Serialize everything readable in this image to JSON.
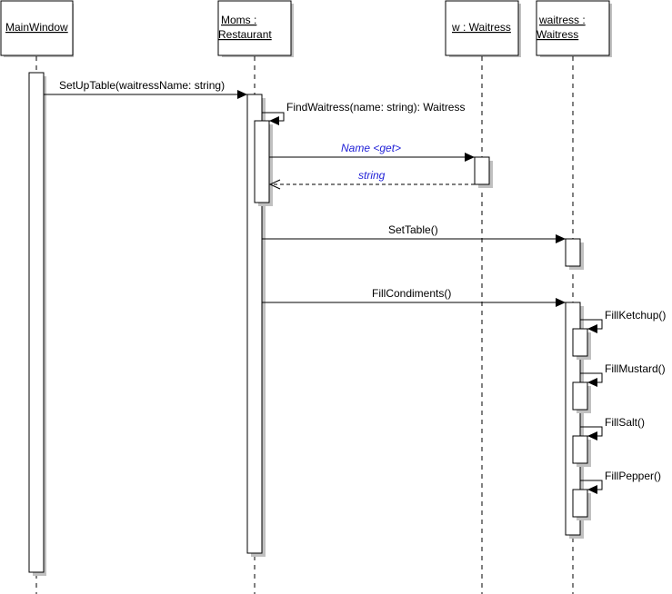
{
  "diagram": {
    "type": "UML sequence diagram",
    "colors": {
      "line": "#000000",
      "shadow": "#c0c0c0",
      "box_fill": "#ffffff",
      "return_label": "#1f1fd6"
    },
    "lifelines": [
      {
        "id": "mainwindow",
        "label_lines": [
          "MainWindow"
        ]
      },
      {
        "id": "moms",
        "label_lines": [
          "Moms :",
          "Restaurant"
        ]
      },
      {
        "id": "w",
        "label_lines": [
          "w : Waitress"
        ]
      },
      {
        "id": "waitress",
        "label_lines": [
          "waitress :",
          "Waitress"
        ]
      }
    ],
    "messages": [
      {
        "id": "m1",
        "from": "mainwindow",
        "to": "moms",
        "label": "SetUpTable(waitressName: string)",
        "kind": "sync"
      },
      {
        "id": "m2",
        "from": "moms",
        "to": "moms",
        "label": "FindWaitress(name: string): Waitress",
        "kind": "self"
      },
      {
        "id": "m3",
        "from": "moms",
        "to": "w",
        "label": "Name <get>",
        "kind": "sync",
        "style": "blue-italic"
      },
      {
        "id": "m4",
        "from": "w",
        "to": "moms",
        "label": "string",
        "kind": "return",
        "style": "blue-italic"
      },
      {
        "id": "m5",
        "from": "moms",
        "to": "waitress",
        "label": "SetTable()",
        "kind": "sync"
      },
      {
        "id": "m6",
        "from": "moms",
        "to": "waitress",
        "label": "FillCondiments()",
        "kind": "sync"
      },
      {
        "id": "m7",
        "from": "waitress",
        "to": "waitress",
        "label": "FillKetchup()",
        "kind": "self"
      },
      {
        "id": "m8",
        "from": "waitress",
        "to": "waitress",
        "label": "FillMustard()",
        "kind": "self"
      },
      {
        "id": "m9",
        "from": "waitress",
        "to": "waitress",
        "label": "FillSalt()",
        "kind": "self"
      },
      {
        "id": "m10",
        "from": "waitress",
        "to": "waitress",
        "label": "FillPepper()",
        "kind": "self"
      }
    ]
  }
}
